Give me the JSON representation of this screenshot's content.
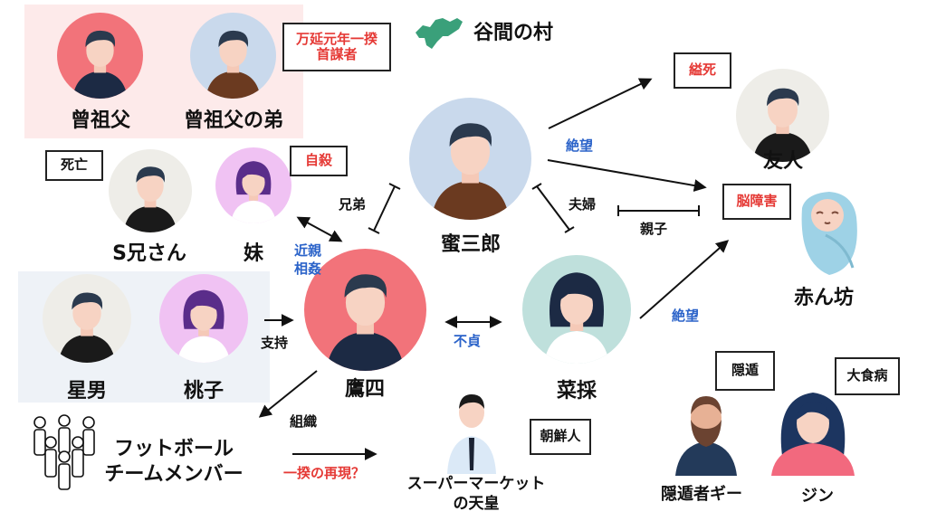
{
  "title": "谷間の村",
  "colors": {
    "red_text": "#e53935",
    "blue_text": "#2b63c9",
    "ancestor_panel": "#fdeaea",
    "support_panel": "#eef2f7",
    "map_green": "#3aa07a"
  },
  "people": {
    "great_grandfather": "曾祖父",
    "great_grandfather_brother": "曾祖父の弟",
    "s_brother": "S兄さん",
    "sister": "妹",
    "mitsusaburo": "蜜三郎",
    "takashi": "鷹四",
    "natsumi": "菜採",
    "friend": "友人",
    "baby": "赤ん坊",
    "hoshio": "星男",
    "momoko": "桃子",
    "football_members_line1": "フットボール",
    "football_members_line2": "チームメンバー",
    "supermarket_line1": "スーパーマーケット",
    "supermarket_line2": "の天皇",
    "recluse": "隠遁者ギー",
    "jin": "ジン"
  },
  "tags": {
    "uprising_leader_line1": "万延元年一揆",
    "uprising_leader_line2": "首謀者",
    "dead": "死亡",
    "suicide": "自殺",
    "hanging": "縊死",
    "brain_damage": "脳障害",
    "korean": "朝鮮人",
    "recluse": "隠遁",
    "gluttony": "大食病"
  },
  "relations": {
    "brothers": "兄弟",
    "incest_line1": "近親",
    "incest_line2": "相姦",
    "spouses": "夫婦",
    "parent_child": "親子",
    "despair_top": "絶望",
    "despair_bottom": "絶望",
    "infidelity": "不貞",
    "support": "支持",
    "organize": "組織",
    "uprising_again": "一揆の再現？"
  },
  "icons": [
    "shikoku-map-icon",
    "group-people-icon",
    "baby-icon"
  ]
}
